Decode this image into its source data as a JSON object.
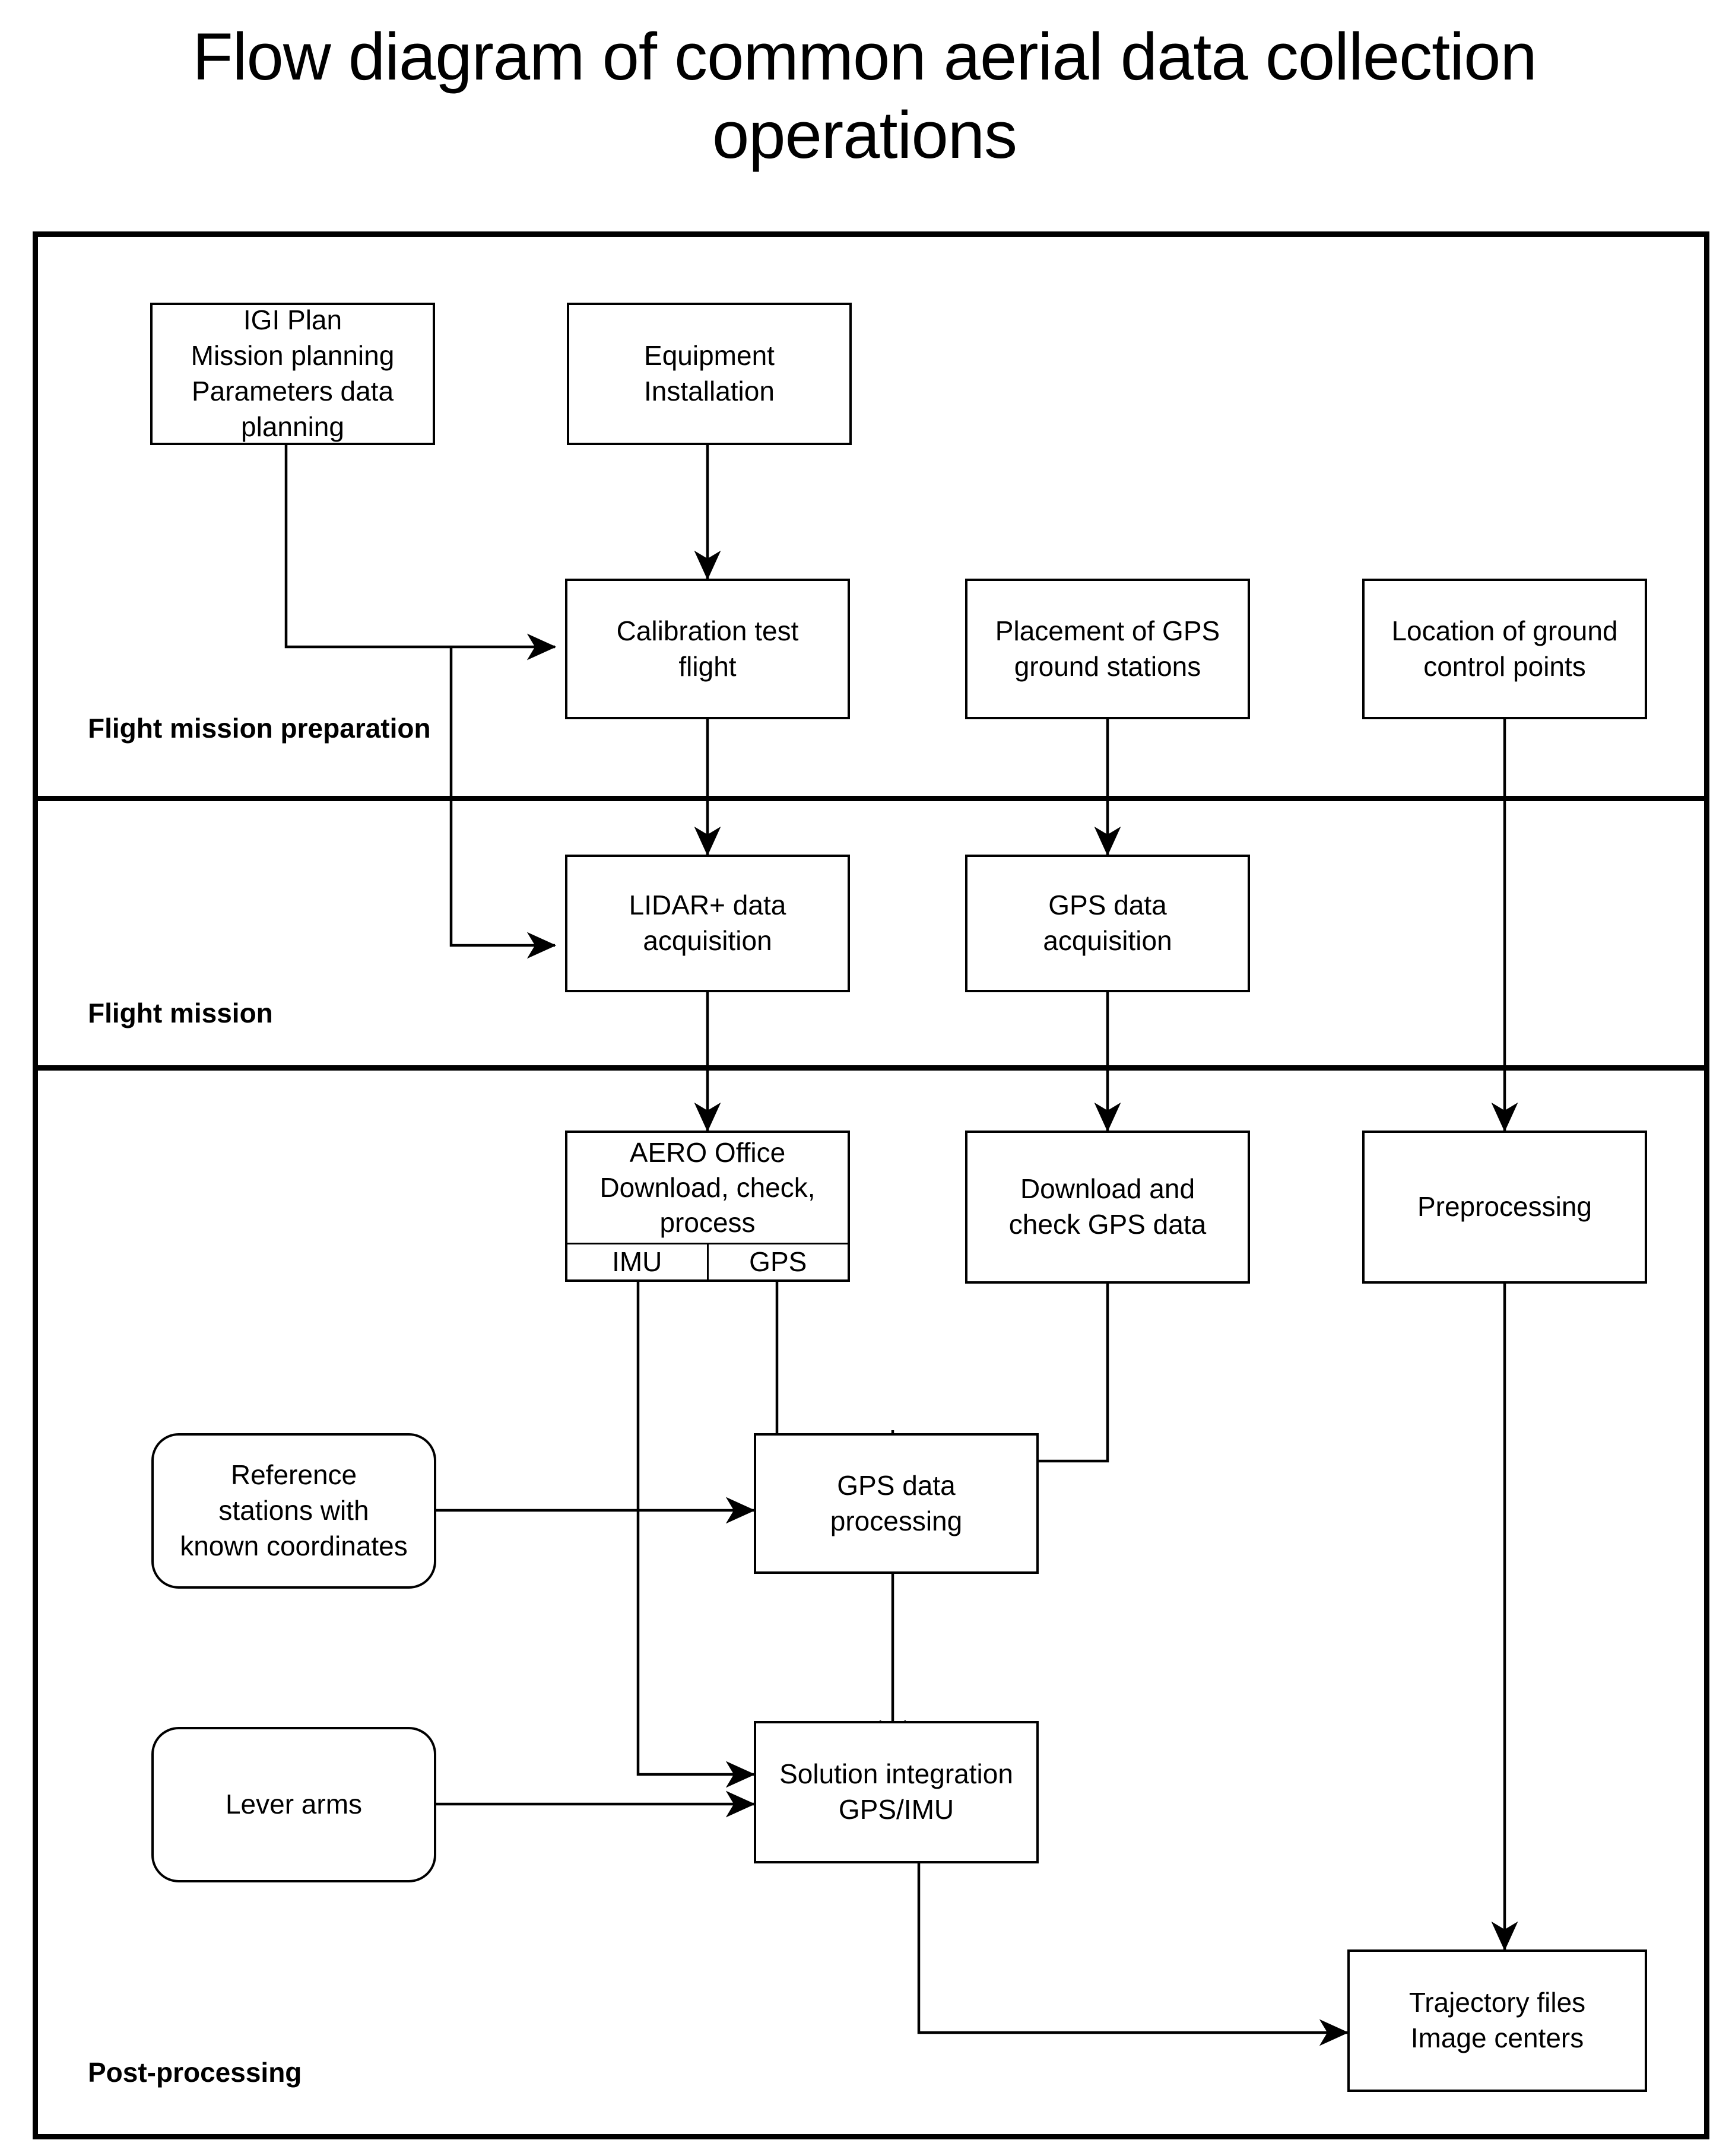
{
  "title": "Flow diagram of common aerial data collection operations",
  "sections": [
    {
      "id": "preparation",
      "label": "Flight mission preparation"
    },
    {
      "id": "mission",
      "label": "Flight mission"
    },
    {
      "id": "post",
      "label": "Post-processing"
    }
  ],
  "nodes": {
    "igi_plan": {
      "label": "IGI Plan\nMission planning\nParameters data\nplanning",
      "shape": "rect"
    },
    "equipment_installation": {
      "label": "Equipment\nInstallation",
      "shape": "rect"
    },
    "calibration_test_flight": {
      "label": "Calibration test\nflight",
      "shape": "rect"
    },
    "placement_gps_ground_stations": {
      "label": "Placement of GPS\nground stations",
      "shape": "rect"
    },
    "location_ground_control_points": {
      "label": "Location of ground\ncontrol points",
      "shape": "rect"
    },
    "lidar_data_acquisition": {
      "label": "LIDAR+ data\nacquisition",
      "shape": "rect"
    },
    "gps_data_acquisition": {
      "label": "GPS data\nacquisition",
      "shape": "rect"
    },
    "aero_office": {
      "label": "AERO Office\nDownload, check,\nprocess",
      "shape": "rect-split",
      "cell_left": "IMU",
      "cell_right": "GPS"
    },
    "download_check_gps_data": {
      "label": "Download and\ncheck GPS data",
      "shape": "rect"
    },
    "preprocessing": {
      "label": "Preprocessing",
      "shape": "rect"
    },
    "reference_stations": {
      "label": "Reference\nstations with\nknown coordinates",
      "shape": "rounded"
    },
    "gps_data_processing": {
      "label": "GPS data\nprocessing",
      "shape": "rect"
    },
    "lever_arms": {
      "label": "Lever arms",
      "shape": "rounded"
    },
    "solution_integration": {
      "label": "Solution integration\nGPS/IMU",
      "shape": "rect"
    },
    "trajectory_files": {
      "label": "Trajectory files\nImage centers",
      "shape": "rect"
    }
  },
  "edges": [
    {
      "from": "igi_plan",
      "to": "calibration_test_flight"
    },
    {
      "from": "igi_plan",
      "to": "lidar_data_acquisition"
    },
    {
      "from": "equipment_installation",
      "to": "calibration_test_flight"
    },
    {
      "from": "calibration_test_flight",
      "to": "lidar_data_acquisition"
    },
    {
      "from": "placement_gps_ground_stations",
      "to": "gps_data_acquisition"
    },
    {
      "from": "location_ground_control_points",
      "to": "preprocessing"
    },
    {
      "from": "lidar_data_acquisition",
      "to": "aero_office"
    },
    {
      "from": "gps_data_acquisition",
      "to": "download_check_gps_data"
    },
    {
      "from": "aero_office",
      "to": "gps_data_processing"
    },
    {
      "from": "download_check_gps_data",
      "to": "gps_data_processing"
    },
    {
      "from": "reference_stations",
      "to": "gps_data_processing"
    },
    {
      "from": "gps_data_processing",
      "to": "solution_integration"
    },
    {
      "from": "aero_office",
      "to": "solution_integration"
    },
    {
      "from": "lever_arms",
      "to": "solution_integration"
    },
    {
      "from": "solution_integration",
      "to": "trajectory_files"
    },
    {
      "from": "preprocessing",
      "to": "trajectory_files"
    }
  ],
  "colors": {
    "line": "#000000",
    "background": "#ffffff",
    "text": "#000000"
  }
}
